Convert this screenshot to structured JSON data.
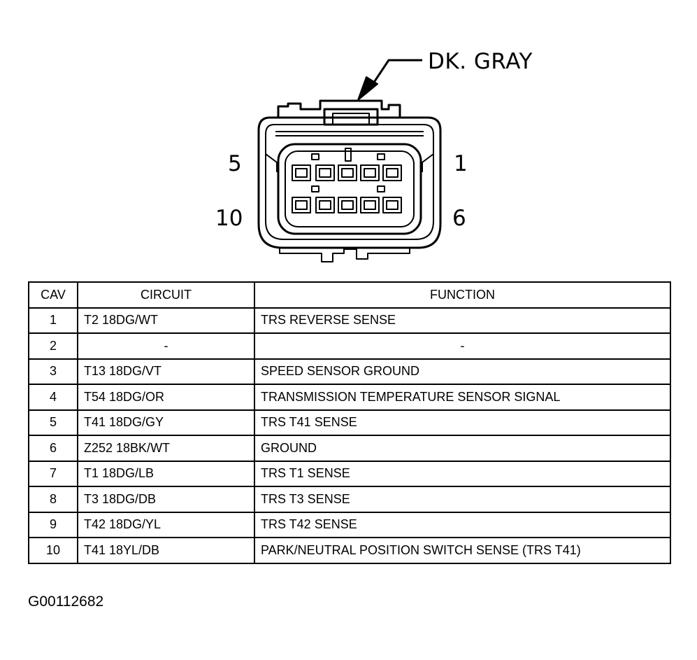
{
  "connector": {
    "color_label": "DK. GRAY",
    "pin_labels": {
      "top_left": "5",
      "top_right": "1",
      "bottom_left": "10",
      "bottom_right": "6"
    }
  },
  "table": {
    "headers": [
      "CAV",
      "CIRCUIT",
      "FUNCTION"
    ],
    "rows": [
      {
        "cav": "1",
        "circuit": "T2 18DG/WT",
        "function": "TRS REVERSE SENSE"
      },
      {
        "cav": "2",
        "circuit": "-",
        "function": "-"
      },
      {
        "cav": "3",
        "circuit": "T13 18DG/VT",
        "function": "SPEED SENSOR GROUND"
      },
      {
        "cav": "4",
        "circuit": "T54 18DG/OR",
        "function": "TRANSMISSION TEMPERATURE SENSOR SIGNAL"
      },
      {
        "cav": "5",
        "circuit": "T41 18DG/GY",
        "function": "TRS T41 SENSE"
      },
      {
        "cav": "6",
        "circuit": "Z252 18BK/WT",
        "function": "GROUND"
      },
      {
        "cav": "7",
        "circuit": "T1 18DG/LB",
        "function": "TRS T1 SENSE"
      },
      {
        "cav": "8",
        "circuit": "T3 18DG/DB",
        "function": "TRS T3 SENSE"
      },
      {
        "cav": "9",
        "circuit": "T42 18DG/YL",
        "function": "TRS T42 SENSE"
      },
      {
        "cav": "10",
        "circuit": "T41 18YL/DB",
        "function": "PARK/NEUTRAL POSITION SWITCH SENSE (TRS T41)"
      }
    ]
  },
  "figure_id": "G00112682"
}
